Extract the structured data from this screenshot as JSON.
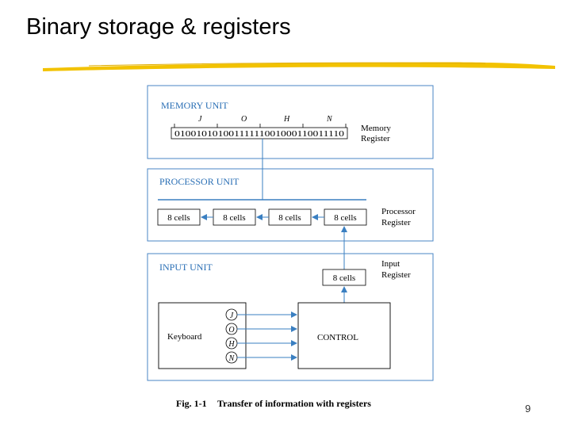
{
  "slide": {
    "title": "Binary storage & registers",
    "page_number": "9"
  },
  "colors": {
    "unit_label": "#2a6fb5",
    "box_stroke": "#3a7fc1",
    "arrow": "#3a7fc1",
    "underline": "#f2c200"
  },
  "memory_unit": {
    "label": "MEMORY UNIT",
    "letters": [
      "J",
      "O",
      "H",
      "N"
    ],
    "bits": "01001010100111111001000110011110",
    "register_label_1": "Memory",
    "register_label_2": "Register"
  },
  "processor_unit": {
    "label": "PROCESSOR UNIT",
    "cells": [
      "8 cells",
      "8 cells",
      "8 cells",
      "8 cells"
    ],
    "register_label_1": "Processor",
    "register_label_2": "Register"
  },
  "input_unit": {
    "label": "INPUT  UNIT",
    "cell": "8 cells",
    "register_label_1": "Input",
    "register_label_2": "Register",
    "keyboard": "Keyboard",
    "control": "CONTROL",
    "keys": [
      "J",
      "O",
      "H",
      "N"
    ]
  },
  "caption": {
    "number": "Fig. 1-1",
    "text": "Transfer of information with registers"
  }
}
